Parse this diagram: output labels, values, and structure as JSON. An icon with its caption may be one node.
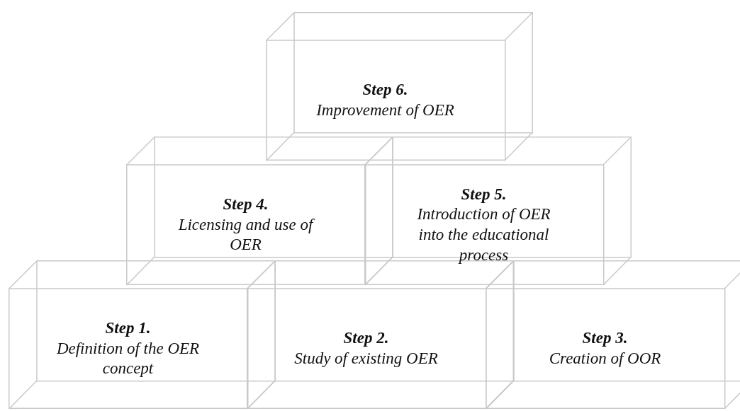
{
  "diagram": {
    "nodes": [
      {
        "text": [
          "Step 6.",
          "Improvement of OER"
        ]
      },
      {
        "text": [
          "Step 4.",
          "Licensing and use of OER"
        ]
      },
      {
        "text": [
          "Step 5.",
          "Introduction of OER into the educational process"
        ]
      },
      {
        "text": [
          "Step 1.",
          "Definition of the OER concept"
        ]
      },
      {
        "text": [
          "Step 2.",
          "Study of existing OER"
        ]
      },
      {
        "text": [
          "Step 3.",
          "Creation of OOR"
        ]
      }
    ]
  }
}
